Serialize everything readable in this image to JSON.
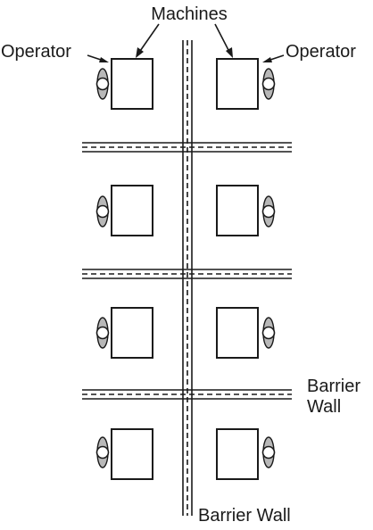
{
  "labels": {
    "machines": "Machines",
    "operator_left": "Operator",
    "operator_right": "Operator",
    "barrier_wall_side_line1": "Barrier",
    "barrier_wall_side_line2": "Wall",
    "barrier_wall_bottom": "Barrier Wall"
  },
  "layout": {
    "rows": 4,
    "columns": 2,
    "machines_per_row": 2,
    "operators_per_machine": 1
  },
  "colors": {
    "line": "#1a1a1a",
    "operator_fill": "#b8b8b8",
    "background": "#ffffff"
  }
}
